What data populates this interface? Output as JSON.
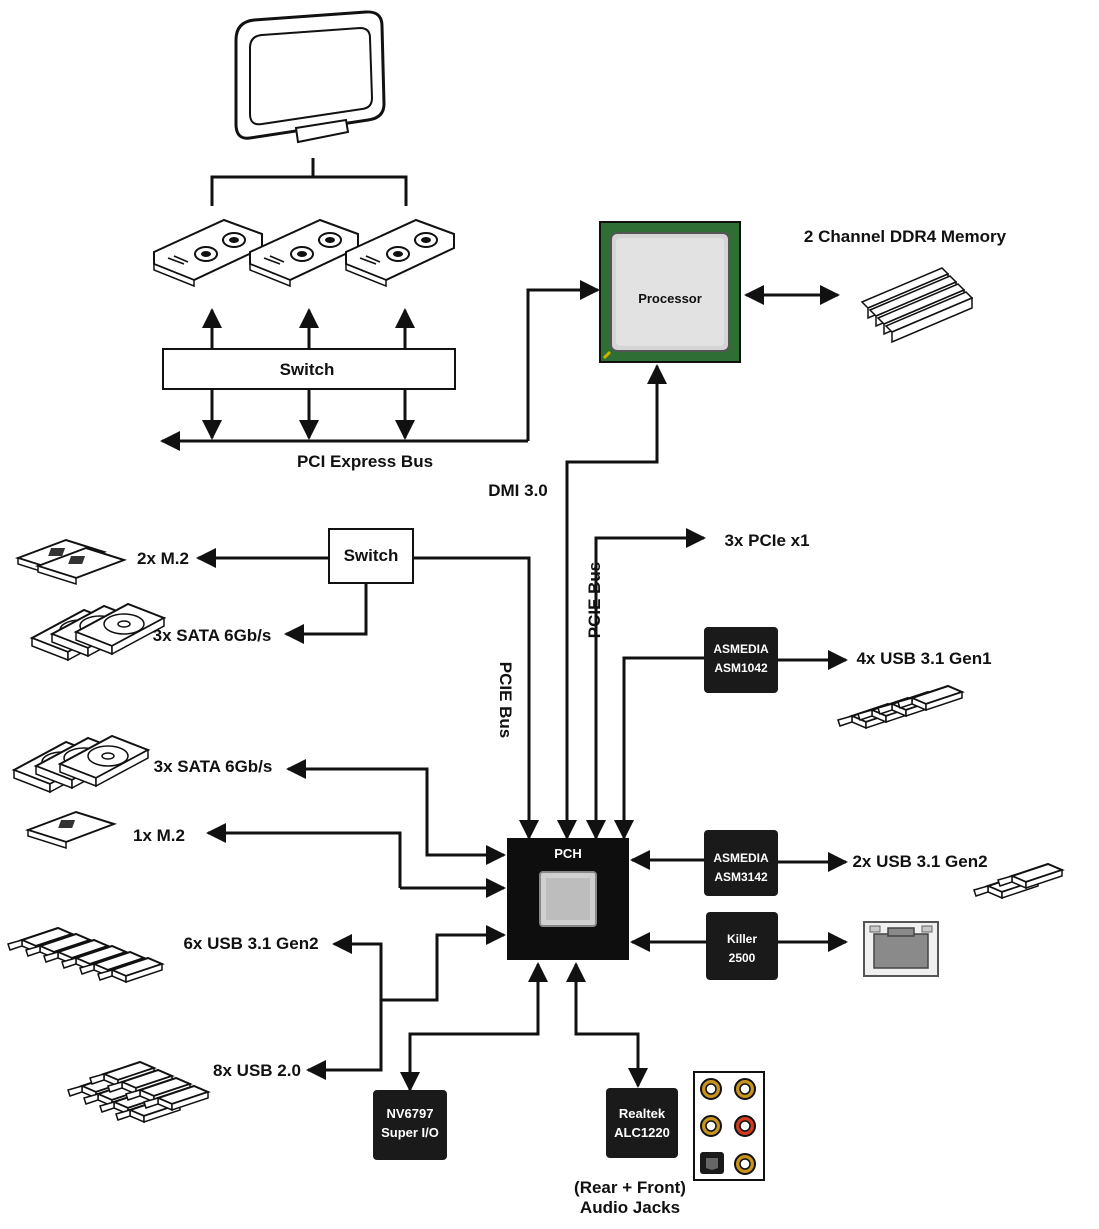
{
  "labels": {
    "memory": "2 Channel DDR4 Memory",
    "processor": "Processor",
    "switch_top": "Switch",
    "pci_express_bus": "PCI Express Bus",
    "dmi": "DMI 3.0",
    "switch_mid": "Switch",
    "m2_top": "2x M.2",
    "sata_top": "3x SATA 6Gb/s",
    "pcie_bus_left": "PCIE Bus",
    "pcie_bus_right": "PCIE Bus",
    "pcie_x1": "3x PCIe x1",
    "asm1042_line1": "ASMEDIA",
    "asm1042_line2": "ASM1042",
    "usb31gen1": "4x USB 3.1 Gen1",
    "sata_bottom": "3x SATA 6Gb/s",
    "m2_bottom": "1x M.2",
    "pch": "PCH",
    "asm3142_line1": "ASMEDIA",
    "asm3142_line2": "ASM3142",
    "usb31gen2_right": "2x USB 3.1 Gen2",
    "killer_line1": "Killer",
    "killer_line2": "2500",
    "usb31gen2_left": "6x USB 3.1 Gen2",
    "usb20": "8x USB 2.0",
    "superio_line1": "NV6797",
    "superio_line2": "Super I/O",
    "realtek_line1": "Realtek",
    "realtek_line2": "ALC1220",
    "audio_line1": "(Rear + Front)",
    "audio_line2": "Audio Jacks"
  }
}
